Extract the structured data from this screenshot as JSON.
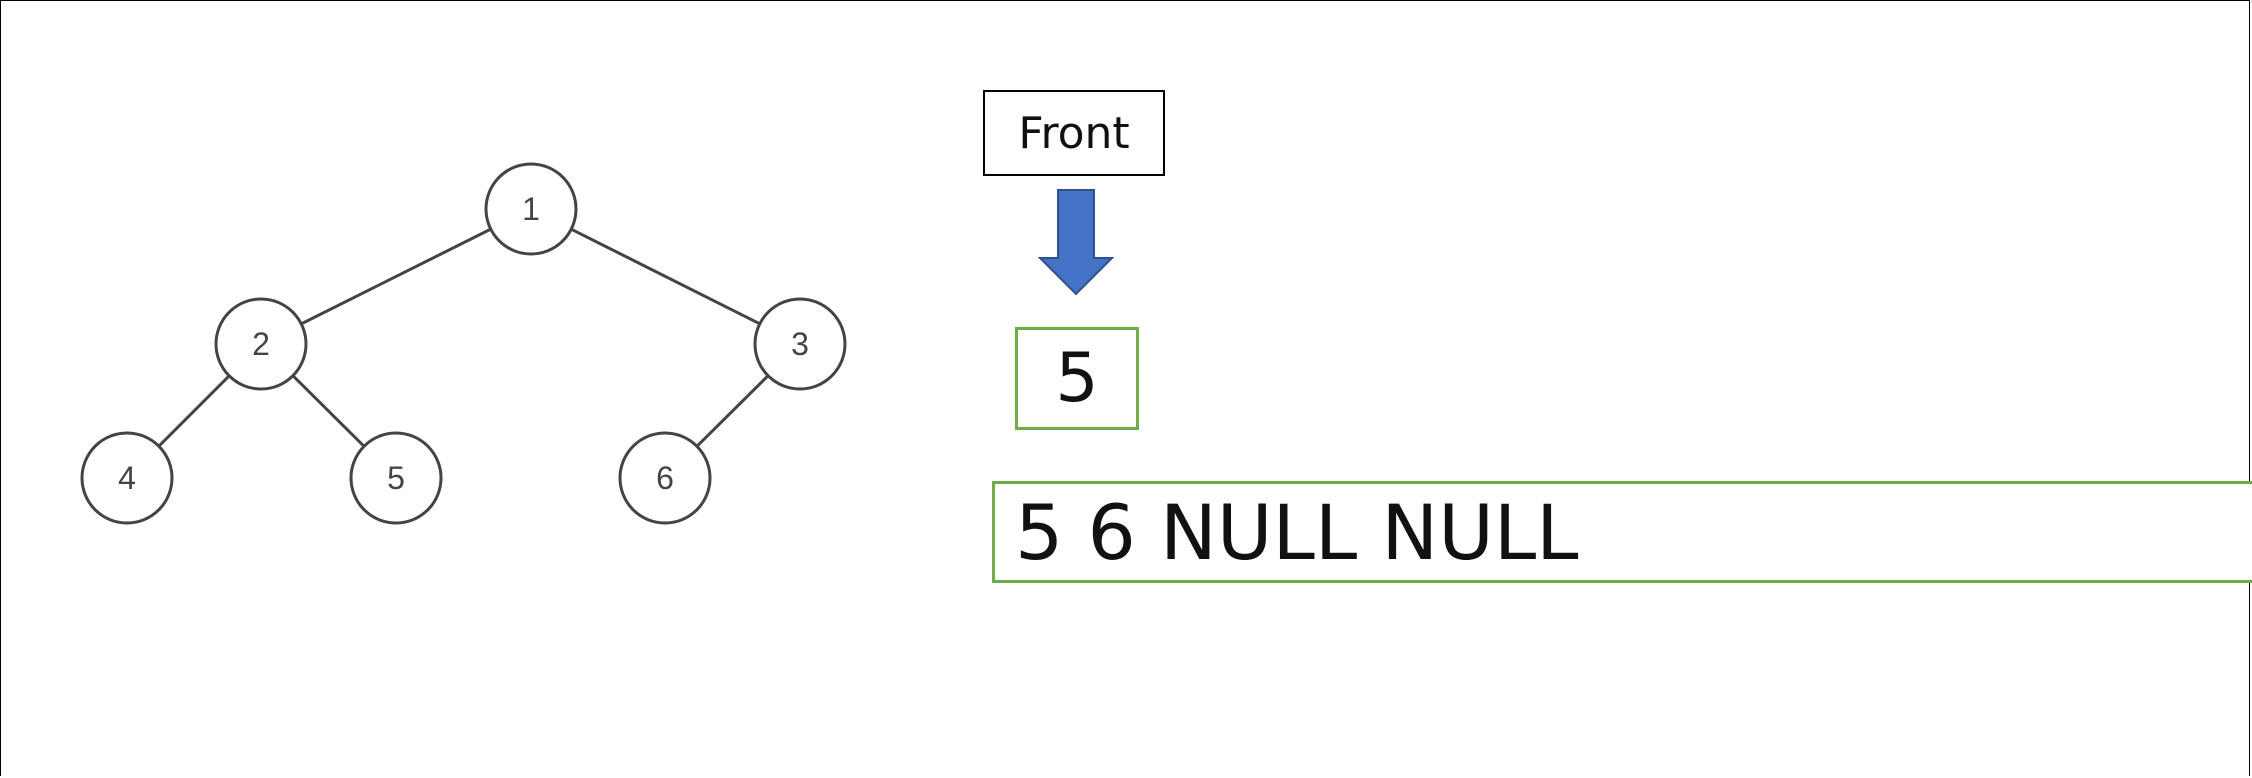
{
  "tree": {
    "nodes": [
      {
        "id": "1",
        "label": "1"
      },
      {
        "id": "2",
        "label": "2"
      },
      {
        "id": "3",
        "label": "3"
      },
      {
        "id": "4",
        "label": "4"
      },
      {
        "id": "5",
        "label": "5"
      },
      {
        "id": "6",
        "label": "6"
      }
    ],
    "edges": [
      {
        "from": "1",
        "to": "2"
      },
      {
        "from": "1",
        "to": "3"
      },
      {
        "from": "2",
        "to": "4"
      },
      {
        "from": "2",
        "to": "5"
      },
      {
        "from": "3",
        "to": "6"
      }
    ]
  },
  "queue": {
    "front_label": "Front",
    "front_value": "5",
    "contents": "5 6 NULL NULL"
  },
  "colors": {
    "arrow": "#4472c4",
    "queue_border": "#70ad47",
    "node_stroke": "#444444"
  }
}
